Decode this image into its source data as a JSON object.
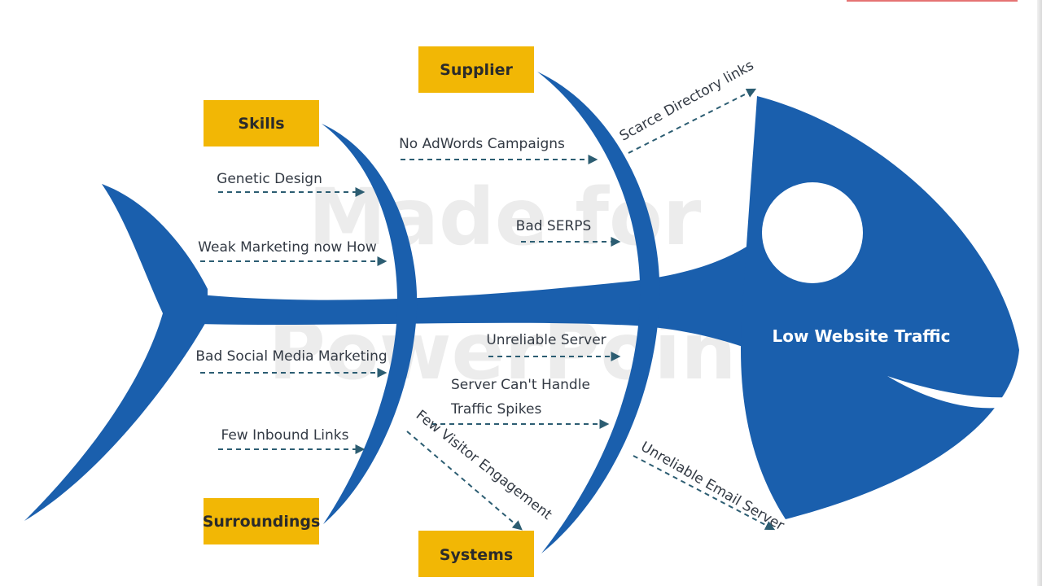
{
  "watermark": {
    "line1": "Made for",
    "line2": "PowerPoint"
  },
  "effect": {
    "label": "Low Website Traffic"
  },
  "categories": {
    "skills": "Skills",
    "supplier": "Supplier",
    "surroundings": "Surroundings",
    "systems": "Systems"
  },
  "causes": {
    "genetic_design": "Genetic Design",
    "weak_marketing": "Weak Marketing now How",
    "bad_social": "Bad Social Media Marketing",
    "few_inbound": "Few Inbound Links",
    "no_adwords": "No AdWords Campaigns",
    "bad_serps": "Bad SERPS",
    "unreliable_server": "Unreliable Server",
    "server_cant_1": "Server Can't Handle",
    "server_cant_2": "Traffic Spikes",
    "scarce_directory": "Scarce Directory links",
    "few_visitor": "Few Visitor Engagement",
    "unreliable_email": "Unreliable Email Server"
  },
  "colors": {
    "fish_blue": "#1a5fad",
    "category_yellow": "#f2b705",
    "arrow": "#2c5d72"
  }
}
